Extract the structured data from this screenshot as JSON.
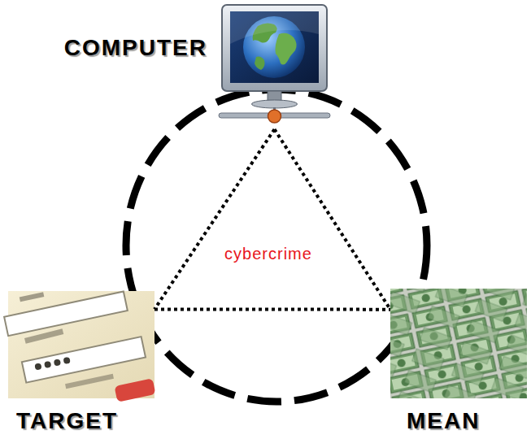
{
  "diagram": {
    "nodes": [
      {
        "text": [
          "COMPUTER"
        ]
      },
      {
        "text": [
          "TARGET"
        ]
      },
      {
        "text": [
          "MEAN"
        ]
      }
    ],
    "edges": [
      {
        "from": 0,
        "to": 1,
        "arrow": "none"
      },
      {
        "from": 0,
        "to": 2,
        "arrow": "none"
      },
      {
        "from": 1,
        "to": 2,
        "arrow": "none"
      }
    ],
    "labels": [
      "cybercrime"
    ]
  }
}
